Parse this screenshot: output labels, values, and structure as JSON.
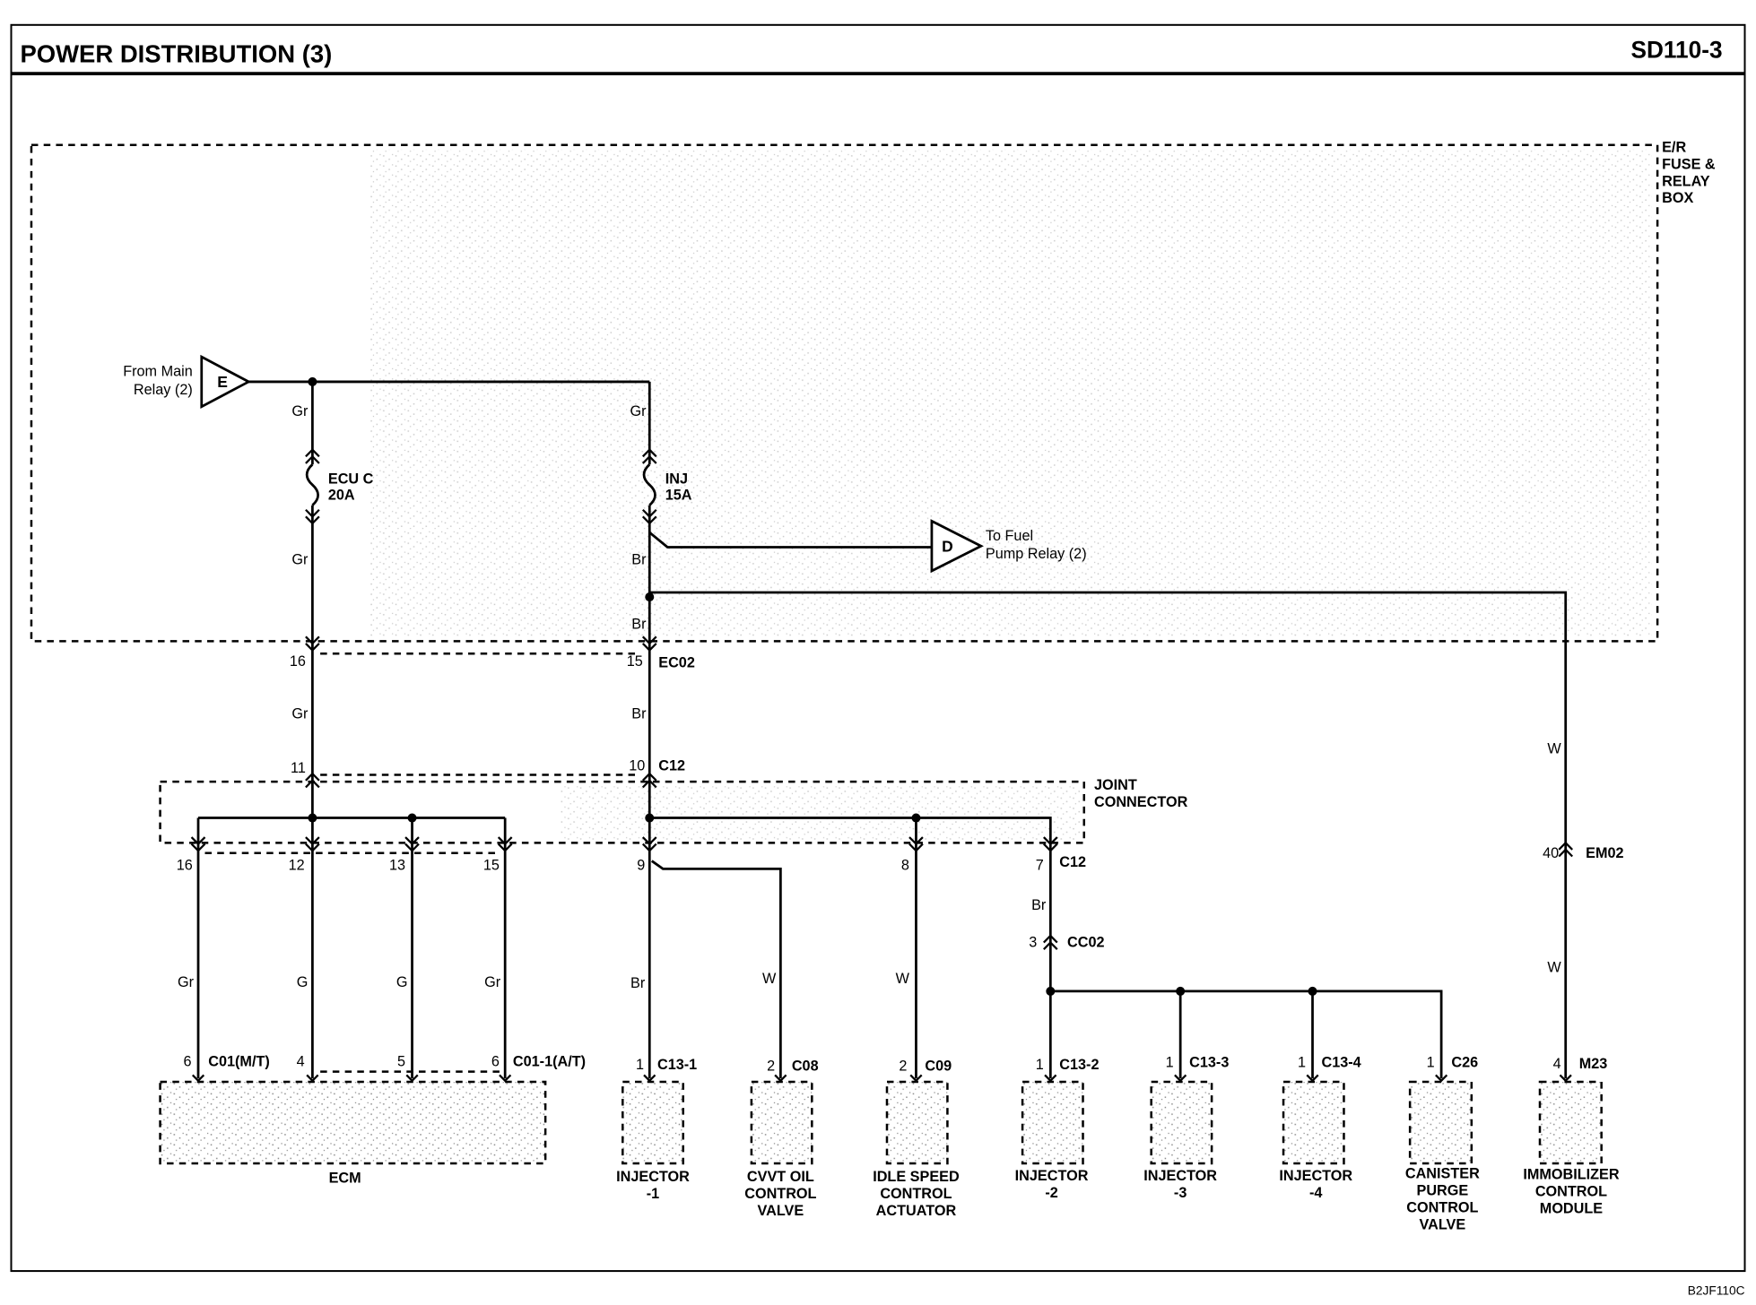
{
  "header": {
    "title": "POWER DISTRIBUTION (3)",
    "code": "SD110-3"
  },
  "footer": {
    "figure_id": "B2JF110C"
  },
  "fuse_relay_box": {
    "label_lines": [
      "E/R",
      "FUSE &",
      "RELAY",
      "BOX"
    ]
  },
  "main_relay_input": {
    "terminal": "E",
    "label_lines": [
      "From Main",
      "Relay (2)"
    ]
  },
  "fuel_pump_output": {
    "terminal": "D",
    "label_lines": [
      "To Fuel",
      "Pump Relay (2)"
    ]
  },
  "fuses": [
    {
      "name": "ECU C",
      "rating": "20A"
    },
    {
      "name": "INJ",
      "rating": "15A"
    }
  ],
  "wire_colors": [
    "Gr",
    "Gr",
    "Gr",
    "Br",
    "Br",
    "Gr",
    "Br",
    "W",
    "Br",
    "Gr",
    "G",
    "G",
    "Gr",
    "Br",
    "W",
    "W",
    "W"
  ],
  "joint_connector": {
    "label_lines": [
      "JOINT",
      "CONNECTOR"
    ]
  },
  "connectors": {
    "ec02": {
      "id": "EC02",
      "pins": [
        "16",
        "15"
      ]
    },
    "c12_in": {
      "id": "C12",
      "pins": [
        "11",
        "10"
      ]
    },
    "c12_out": {
      "id": "C12",
      "pins": [
        "16",
        "12",
        "13",
        "15",
        "9",
        "8",
        "7"
      ]
    },
    "em02": {
      "id": "EM02",
      "pins": [
        "40"
      ]
    },
    "cc02": {
      "id": "CC02",
      "pins": [
        "3"
      ]
    }
  },
  "components": [
    {
      "label_lines": [
        "ECM"
      ],
      "pins": [
        {
          "pin": "6",
          "connector": "C01(M/T)"
        },
        {
          "pin": "4"
        },
        {
          "pin": "5"
        },
        {
          "pin": "6",
          "connector": "C01-1(A/T)"
        }
      ]
    },
    {
      "label_lines": [
        "INJECTOR",
        "-1"
      ],
      "pins": [
        {
          "pin": "1",
          "connector": "C13-1"
        }
      ]
    },
    {
      "label_lines": [
        "CVVT OIL",
        "CONTROL",
        "VALVE"
      ],
      "pins": [
        {
          "pin": "2",
          "connector": "C08"
        }
      ]
    },
    {
      "label_lines": [
        "IDLE SPEED",
        "CONTROL",
        "ACTUATOR"
      ],
      "pins": [
        {
          "pin": "2",
          "connector": "C09"
        }
      ]
    },
    {
      "label_lines": [
        "INJECTOR",
        "-2"
      ],
      "pins": [
        {
          "pin": "1",
          "connector": "C13-2"
        }
      ]
    },
    {
      "label_lines": [
        "INJECTOR",
        "-3"
      ],
      "pins": [
        {
          "pin": "1",
          "connector": "C13-3"
        }
      ]
    },
    {
      "label_lines": [
        "INJECTOR",
        "-4"
      ],
      "pins": [
        {
          "pin": "1",
          "connector": "C13-4"
        }
      ]
    },
    {
      "label_lines": [
        "CANISTER",
        "PURGE",
        "CONTROL",
        "VALVE"
      ],
      "pins": [
        {
          "pin": "1",
          "connector": "C26"
        }
      ]
    },
    {
      "label_lines": [
        "IMMOBILIZER",
        "CONTROL",
        "MODULE"
      ],
      "pins": [
        {
          "pin": "4",
          "connector": "M23"
        }
      ]
    }
  ],
  "colors": {
    "ink": "#000000",
    "speckle": "#8c8c8c",
    "paper": "#ffffff"
  }
}
